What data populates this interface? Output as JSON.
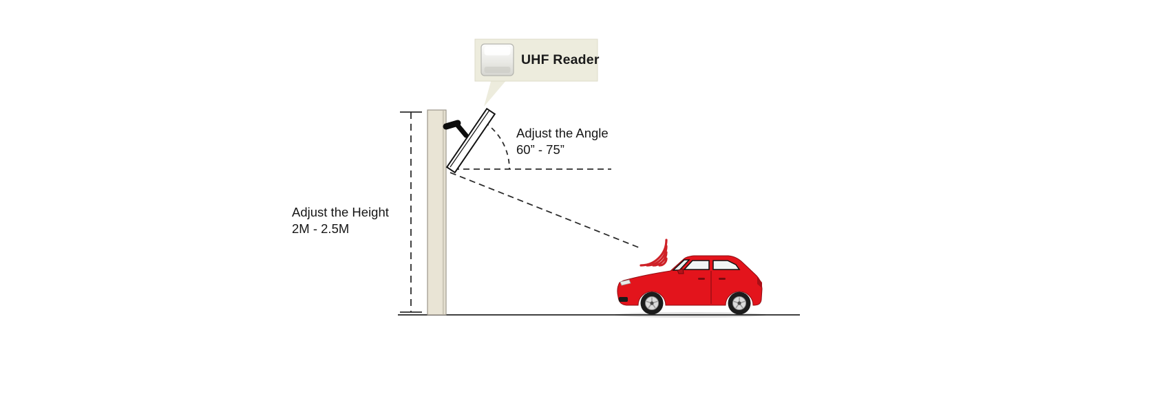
{
  "bubble": {
    "label": "UHF Reader"
  },
  "annotations": {
    "angle_line1": "Adjust the Angle",
    "angle_line2": "60” - 75”",
    "height_line1": "Adjust the Height",
    "height_line2": "2M - 2.5M"
  },
  "colors": {
    "car_red": "#e3141c",
    "wave_red": "#ce2127",
    "pole_beige": "#e9e4d5",
    "bubble_bg": "#edecdd",
    "line_dark": "#2b2b2b"
  }
}
